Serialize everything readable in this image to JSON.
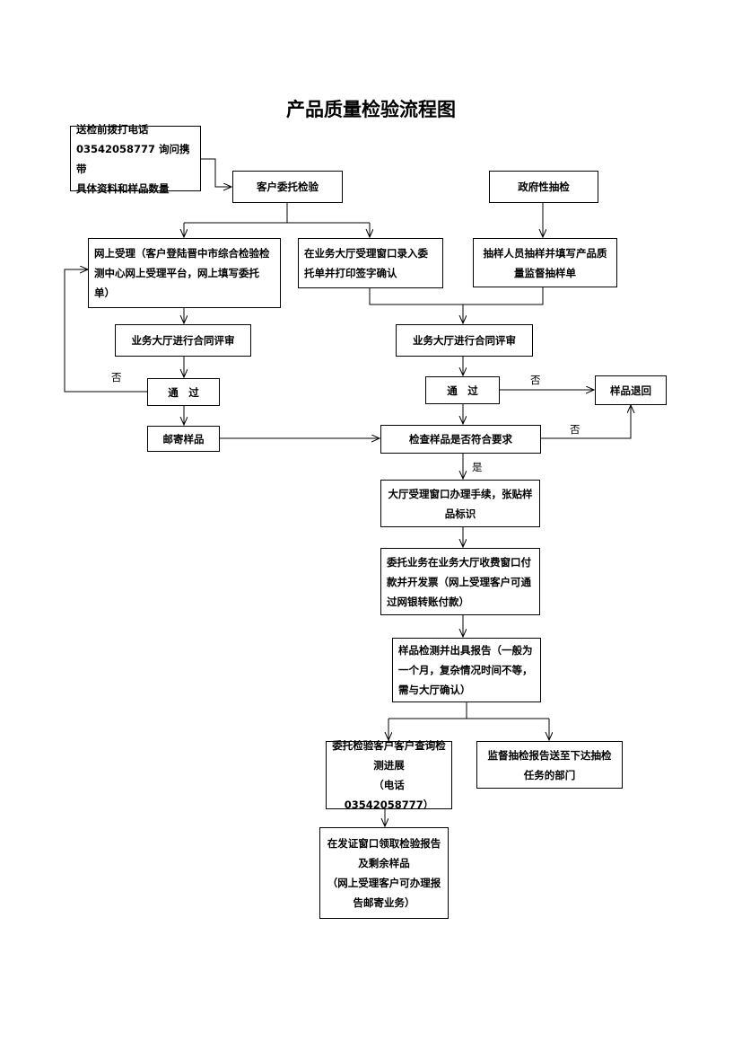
{
  "title": "产品质量检验流程图",
  "nodes": {
    "call_first": "送检前拨打电话\n03542058777 询问携带\n具体资料和样品数量",
    "client_commission": "客户委托检验",
    "gov_inspection": "政府性抽检",
    "online_accept": "网上受理（客户登陆晋中市综合检验检测中心网上受理平台，网上填写委托单）",
    "hall_window_entry": "在业务大厅受理窗口录入委托单并打印签字确认",
    "sampler_fill": "抽样人员抽样并填写产品质量监督抽样单",
    "contract_review_left": "业务大厅进行合同评审",
    "contract_review_right": "业务大厅进行合同评审",
    "pass_left": "通　过",
    "pass_right": "通　过",
    "sample_return": "样品退回",
    "mail_sample": "邮寄样品",
    "check_sample": "检查样品是否符合要求",
    "hall_procedure": "大厅受理窗口办理手续，张贴样品标识",
    "payment": "委托业务在业务大厅收费窗口付款并开发票（网上受理客户可通过网银转账付款）",
    "testing": "样品检测并出具报告（一般为一个月，复杂情况时间不等，需与大厅确认）",
    "query_progress": "委托检验客户客户查询检测进展\n（电话 03542058777）",
    "report_dept": "监督抽检报告送至下达抽检任务的部门",
    "collect_report": "在发证窗口领取检验报告及剩余样品\n（网上受理客户可办理报告邮寄业务）"
  },
  "labels": {
    "no_left": "否",
    "no_right_pass": "否",
    "no_check": "否",
    "yes_check": "是"
  }
}
